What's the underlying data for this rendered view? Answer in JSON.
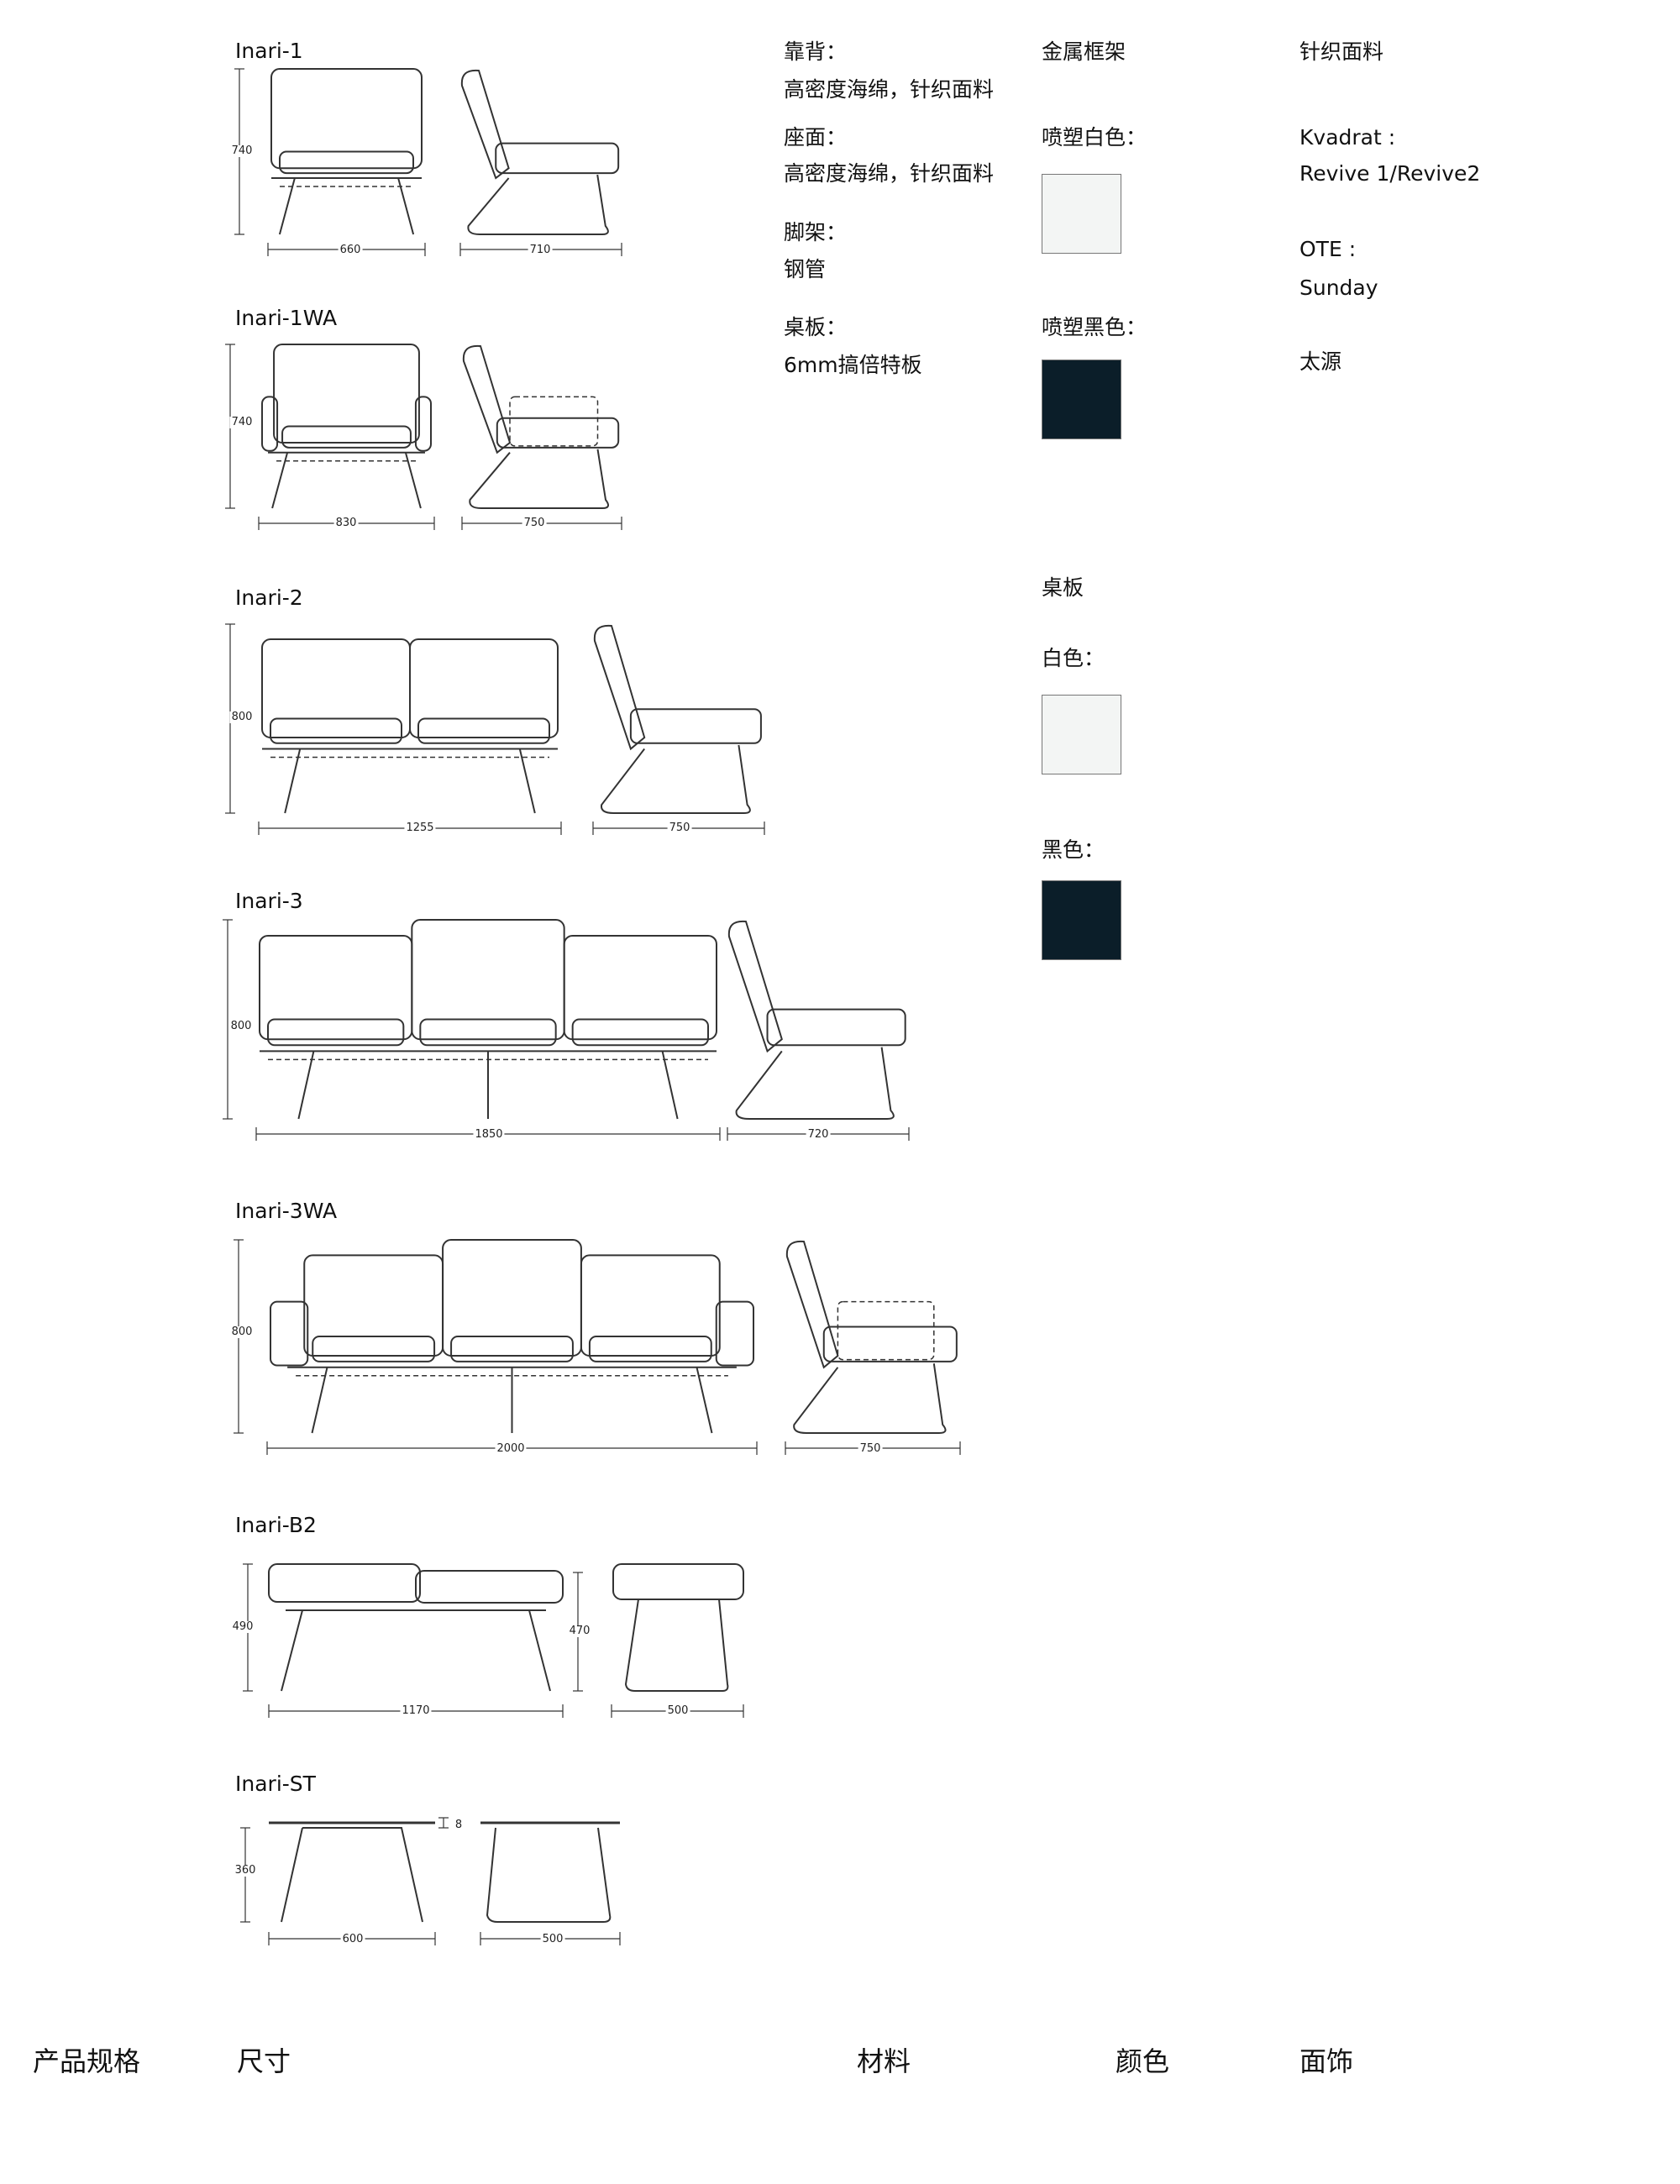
{
  "products": [
    {
      "name": "Inari-1",
      "height": "740",
      "width": "660",
      "depth": "710"
    },
    {
      "name": "Inari-1WA",
      "height": "740",
      "width": "830",
      "depth": "750"
    },
    {
      "name": "Inari-2",
      "height": "800",
      "width": "1255",
      "depth": "750"
    },
    {
      "name": "Inari-3",
      "height": "800",
      "width": "1850",
      "depth": "720"
    },
    {
      "name": "Inari-3WA",
      "height": "800",
      "width": "2000",
      "depth": "750"
    },
    {
      "name": "Inari-B2",
      "height": "490",
      "height2": "470",
      "width": "1170",
      "depth": "500"
    },
    {
      "name": "Inari-ST",
      "height": "360",
      "top_thickness": "8",
      "width": "600",
      "depth": "500"
    }
  ],
  "materials": [
    {
      "label": "靠背：",
      "value": "高密度海绵，针织面料"
    },
    {
      "label": "座面：",
      "value": "高密度海绵，针织面料"
    },
    {
      "label": "脚架：",
      "value": "钢管"
    },
    {
      "label": "桌板：",
      "value": "6mm搞倍特板"
    }
  ],
  "colors": {
    "frame_title": "金属框架",
    "frame_white": "喷塑白色：",
    "frame_black": "喷塑黑色：",
    "top_title": "桌板",
    "top_white": "白色：",
    "top_black": "黑色：",
    "white_hex": "#f3f5f4",
    "black_hex": "#0b1e29"
  },
  "fabrics": {
    "title": "针织面料",
    "brand1": "Kvadrat :",
    "brand1_value": "Revive 1/Revive2",
    "brand2": "OTE :",
    "brand2_value": "Sunday",
    "brand3": "太源"
  },
  "footer": {
    "spec": "产品规格",
    "size": "尺寸",
    "material": "材料",
    "color": "颜色",
    "finish": "面饰"
  }
}
